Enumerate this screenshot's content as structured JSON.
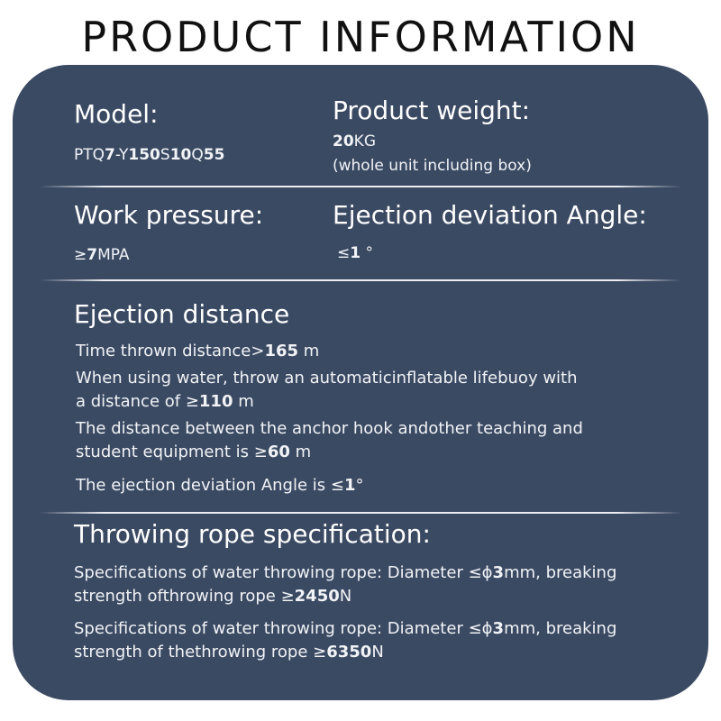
{
  "title": "PRODUCT INFORMATION",
  "model": {
    "label": "Model:",
    "parts": [
      "PTQ",
      "7",
      "-Y",
      "150",
      "S",
      "10",
      "Q",
      "55"
    ]
  },
  "weight": {
    "label": "Product weight:",
    "value": "20",
    "unit": "KG",
    "note": "(whole unit including box)"
  },
  "pressure": {
    "label": "Work pressure:",
    "prefix": "≥",
    "value": "7",
    "unit": "MPA"
  },
  "angle": {
    "label": "Ejection deviation Angle:",
    "prefix": "≤",
    "value": "1",
    "unit": " °"
  },
  "distance": {
    "label": "Ejection distance",
    "line1": {
      "pre": "Time thrown distance>",
      "val": "165",
      "post": " m"
    },
    "line2a": "When using water, throw an automaticinflatable lifebuoy with",
    "line2b": {
      "pre": "a distance of ≥",
      "val": "110",
      "post": " m"
    },
    "line3a": "The distance between the anchor hook andother teaching and",
    "line3b": {
      "pre": "student equipment is ≥",
      "val": "60",
      "post": " m"
    },
    "line4": {
      "pre": "The ejection deviation Angle is ≤",
      "val": "1",
      "post": "°"
    }
  },
  "rope": {
    "label": "Throwing rope specification:",
    "spec1a": {
      "pre": "Specifications of water throwing rope: Diameter ≤ϕ",
      "val": "3",
      "post": "mm, breaking"
    },
    "spec1b": {
      "pre": "strength ofthrowing rope ≥",
      "val": "2450",
      "post": "N"
    },
    "spec2a": {
      "pre": "Specifications of water throwing rope: Diameter ≤ϕ",
      "val": "3",
      "post": "mm, breaking"
    },
    "spec2b": {
      "pre": "strength of thethrowing rope ≥",
      "val": "6350",
      "post": "N"
    }
  },
  "colors": {
    "panel": "#3b4a63",
    "text": "#ffffff",
    "title": "#111111"
  }
}
